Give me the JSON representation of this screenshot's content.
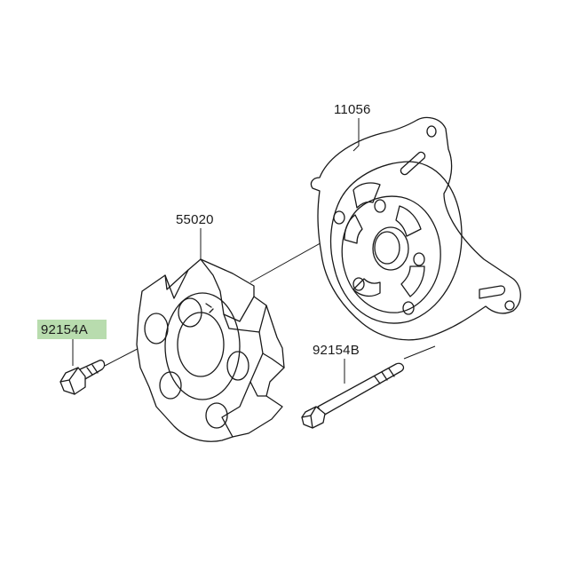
{
  "parts": {
    "p11056": {
      "number": "11056",
      "name": ""
    },
    "p55020": {
      "number": "55020",
      "name": ""
    },
    "p92154A": {
      "number": "92154A",
      "name": ""
    },
    "p92154B": {
      "number": "92154B",
      "name": ""
    }
  },
  "highlight": {
    "part": "92154A",
    "color": "#b8dcae"
  }
}
